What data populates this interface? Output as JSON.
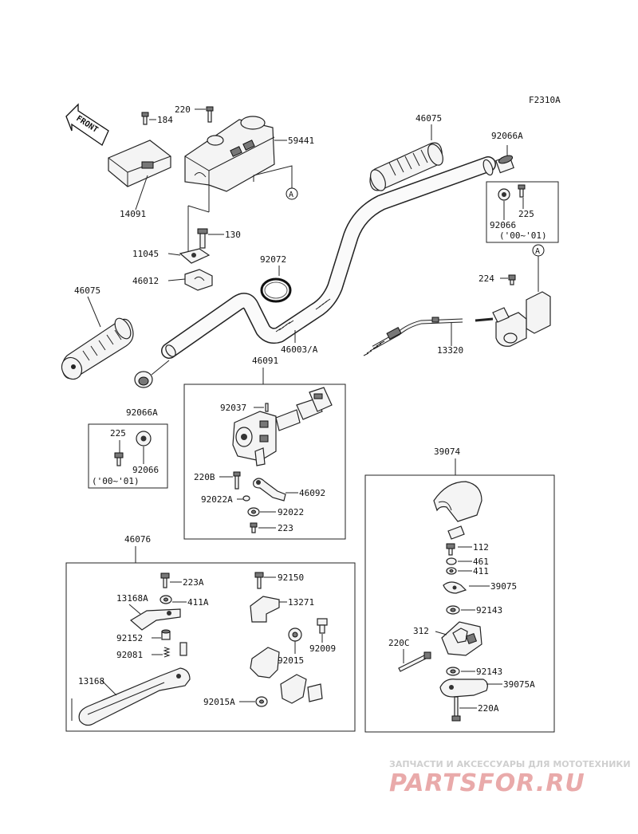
{
  "figure_code": "F2310A",
  "front_label": "FRONT",
  "callout_letter": "A",
  "labels": {
    "l184": "184",
    "l220": "220",
    "l59441": "59441",
    "l46075a": "46075",
    "l92066a_top": "92066A",
    "l14091": "14091",
    "l130": "130",
    "l11045": "11045",
    "l46012": "46012",
    "l92072": "92072",
    "l225a": "225",
    "l92066_top": "92066",
    "l00_01_top": "('00~'01)",
    "l224": "224",
    "l46075b": "46075",
    "l46003": "46003/A",
    "l13320": "13320",
    "l46091": "46091",
    "l92066a_left": "92066A",
    "l92037": "92037",
    "l225b": "225",
    "l92066_left": "92066",
    "l00_01_left": "('00~'01)",
    "l220b": "220B",
    "l46092": "46092",
    "l92022a": "92022A",
    "l92022": "92022",
    "l223": "223",
    "l39074": "39074",
    "l46076": "46076",
    "l223a": "223A",
    "l92150": "92150",
    "l13168a": "13168A",
    "l411a": "411A",
    "l13271": "13271",
    "l92152": "92152",
    "l92009": "92009",
    "l92081": "92081",
    "l92015": "92015",
    "l13168": "13168",
    "l92015a": "92015A",
    "l112": "112",
    "l461": "461",
    "l411": "411",
    "l39075": "39075",
    "l92143a": "92143",
    "l312": "312",
    "l220c": "220C",
    "l92143b": "92143",
    "l39075a": "39075A",
    "l220a": "220A"
  },
  "watermark": {
    "line1": "ЗАПЧАСТИ И АКСЕССУАРЫ ДЛЯ МОТОТЕХНИКИ",
    "line2": "PARTSFOR.RU"
  }
}
